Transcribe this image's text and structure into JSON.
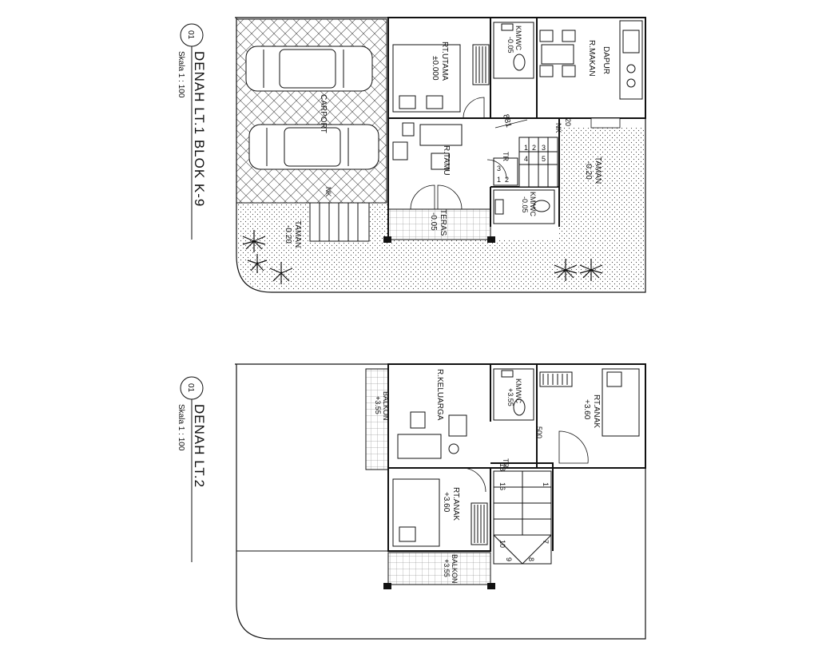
{
  "floor1": {
    "circle_no": "01",
    "title": "DENAH  LT.1     BLOK  K-9",
    "scale": "Skala   1  :  100",
    "rooms": {
      "carport": "CARPORT",
      "rt_utama": "RT.UTAMA",
      "rt_utama_level": "±0.000",
      "kmwc": "KM/WC",
      "kmwc_level": "-0.05",
      "r_makan": "R.MAKAN",
      "dapur": "DAPUR",
      "r_tamu": "R.TAMU",
      "teras": "TERAS",
      "teras_level": "-0.05",
      "kmwc2": "KM/WC",
      "kmwc2_level": "-0.05",
      "taman_front": "TAMAN",
      "taman_front_level": "-0.20",
      "taman_side": "TAMAN",
      "taman_side_level": "-0.20"
    },
    "marks": {
      "nk1": "NK",
      "nk2": "NK",
      "tr": "TR",
      "dim_881": "881",
      "dim_20": "20"
    },
    "stair_steps": [
      "1",
      "2",
      "3",
      "4",
      "5"
    ],
    "stair_steps_low": [
      "1",
      "2",
      "3"
    ]
  },
  "floor2": {
    "circle_no": "01",
    "title": "DENAH  LT.2",
    "scale": "Skala   1  :  100",
    "rooms": {
      "balkon_left": "BALKON",
      "balkon_left_level": "+3.55",
      "r_keluarga": "R.KELUARGA",
      "kmwc": "KM/WC",
      "kmwc_level": "+3.55",
      "rt_anak_right": "RT.ANAK",
      "rt_anak_right_level": "+3.60",
      "rt_anak_left": "RT.ANAK",
      "rt_anak_left_level": "+3.60",
      "balkon_bottom": "BALKON",
      "balkon_bottom_level": "+3.55"
    },
    "marks": {
      "tr": "TR",
      "dim_500": "500",
      "n18": "18",
      "n16": "16",
      "n1": "1",
      "n10": "10",
      "n9": "9",
      "n8": "8",
      "n7": "7"
    }
  }
}
